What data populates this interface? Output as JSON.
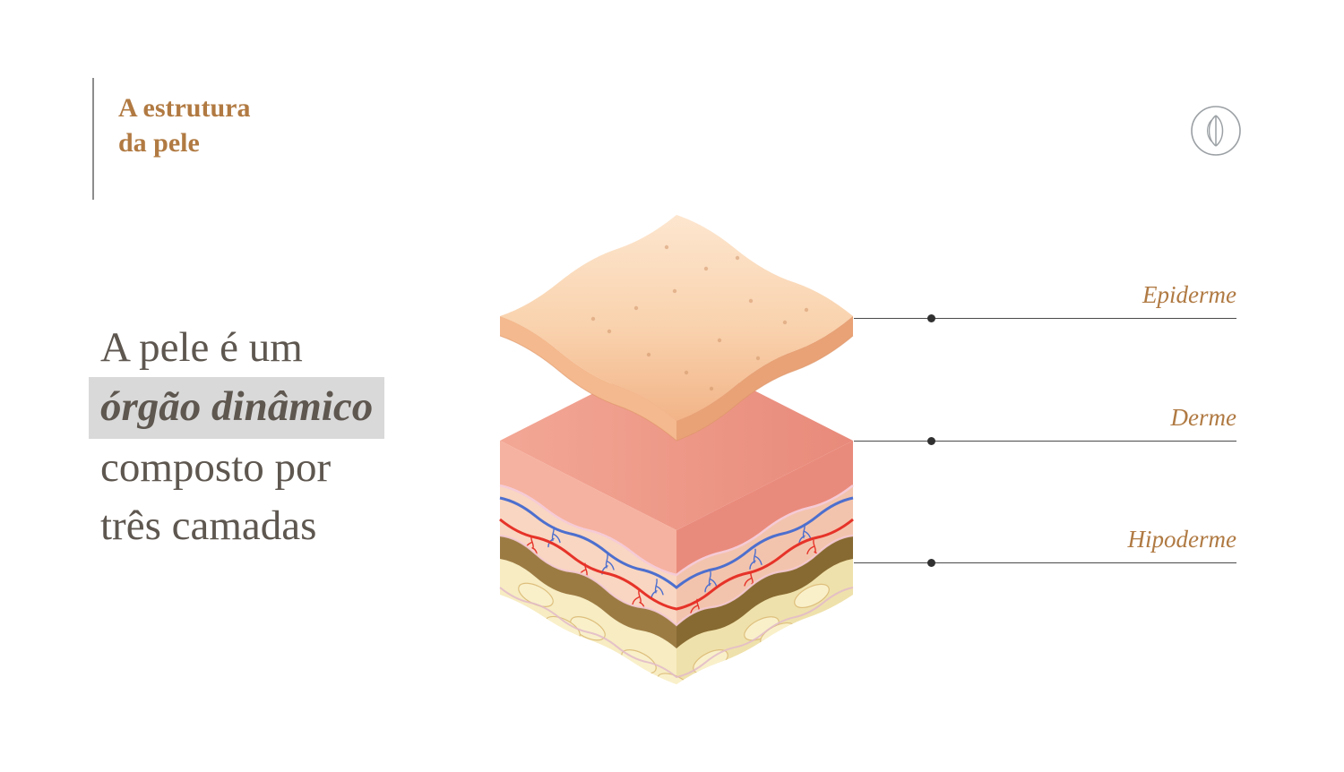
{
  "page": {
    "background_color": "#ffffff"
  },
  "header": {
    "line1": "A estrutura",
    "line2": "da pele",
    "text_color": "#b17a42"
  },
  "intro": {
    "line1": "A pele é um",
    "highlight": "órgão dinâmico",
    "line3": "composto por",
    "line4": "três camadas",
    "text_color": "#5e5750",
    "highlight_bg": "#d9d9d9"
  },
  "callouts": {
    "line_color": "#4a4a4a",
    "dot_color": "#303030",
    "label_color": "#b07a43",
    "items": [
      {
        "label": "Epiderme"
      },
      {
        "label": "Derme"
      },
      {
        "label": "Hipoderme"
      }
    ]
  },
  "diagram": {
    "description": "Corte isométrico da pele em três camadas",
    "epiderme": {
      "surface_top": "#fde6cf",
      "surface_mid": "#f9d2ad",
      "surface_bottom": "#f2b488",
      "edge_light": "#f4b98e",
      "edge_dark": "#e8a276",
      "pore_color": "#cd8f63"
    },
    "derme": {
      "top_left": "#f3a795",
      "top_right": "#e88a7b",
      "deep_left": "#f6b2a0",
      "deep_right": "#e98b7c",
      "papillary_left": "#f9d6c1",
      "papillary_right": "#f3c4ad",
      "membrane": "#f5cbd6",
      "vessel_blue": "#4d6fce",
      "vessel_red": "#e63329"
    },
    "hipoderme": {
      "junction_left": "#9c7b43",
      "junction_right": "#876a31",
      "fat_left": "#f7ecc2",
      "fat_right": "#efe1ab",
      "fat_cell_fill": "#f9f0ca",
      "fat_cell_line": "#debf7d",
      "membrane": "#e2bac9"
    }
  },
  "logo": {
    "color": "#9ba0a4"
  }
}
